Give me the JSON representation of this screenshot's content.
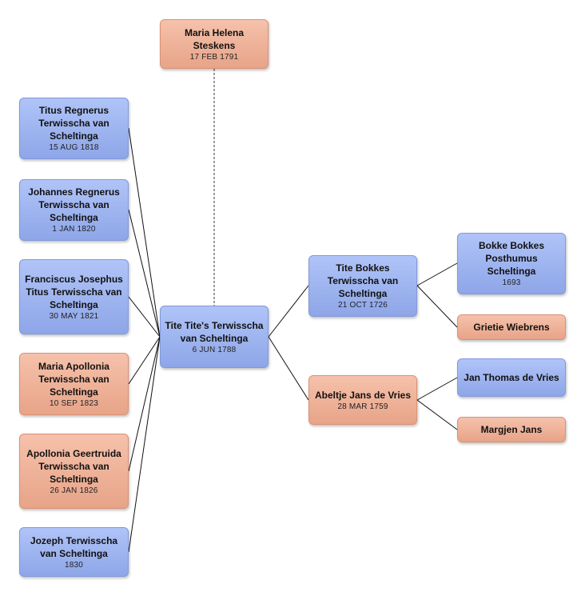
{
  "people": {
    "maria_helena": {
      "name": "Maria Helena Steskens",
      "date": "17 FEB 1791",
      "sex": "female"
    },
    "titus": {
      "name": "Titus Regnerus Terwisscha van Scheltinga",
      "date": "15 AUG 1818",
      "sex": "male"
    },
    "johannes": {
      "name": "Johannes Regnerus Terwisscha van Scheltinga",
      "date": "1 JAN 1820",
      "sex": "male"
    },
    "franciscus": {
      "name": "Franciscus Josephus Titus Terwisscha van Scheltinga",
      "date": "30 MAY 1821",
      "sex": "male"
    },
    "maria_apollonia": {
      "name": "Maria Apollonia Terwisscha van Scheltinga",
      "date": "10 SEP 1823",
      "sex": "female"
    },
    "apollonia": {
      "name": "Apollonia Geertruida Terwisscha van Scheltinga",
      "date": "26 JAN 1826",
      "sex": "female"
    },
    "jozeph": {
      "name": "Jozeph Terwisscha van Scheltinga",
      "date": "1830",
      "sex": "male"
    },
    "tite_tites": {
      "name": "Tite Tite's Terwisscha van Scheltinga",
      "date": "6 JUN 1788",
      "sex": "male"
    },
    "tite_bokkes": {
      "name": "Tite Bokkes Terwisscha van Scheltinga",
      "date": "21 OCT 1726",
      "sex": "male"
    },
    "abeltje": {
      "name": "Abeltje Jans de Vries",
      "date": "28 MAR 1759",
      "sex": "female"
    },
    "bokke": {
      "name": "Bokke Bokkes Posthumus Scheltinga",
      "date": "1693",
      "sex": "male"
    },
    "grietie": {
      "name": "Grietie Wiebrens",
      "date": "",
      "sex": "female"
    },
    "jan_thomas": {
      "name": "Jan Thomas de Vries",
      "date": "",
      "sex": "male"
    },
    "margjen": {
      "name": "Margjen Jans",
      "date": "",
      "sex": "female"
    }
  }
}
